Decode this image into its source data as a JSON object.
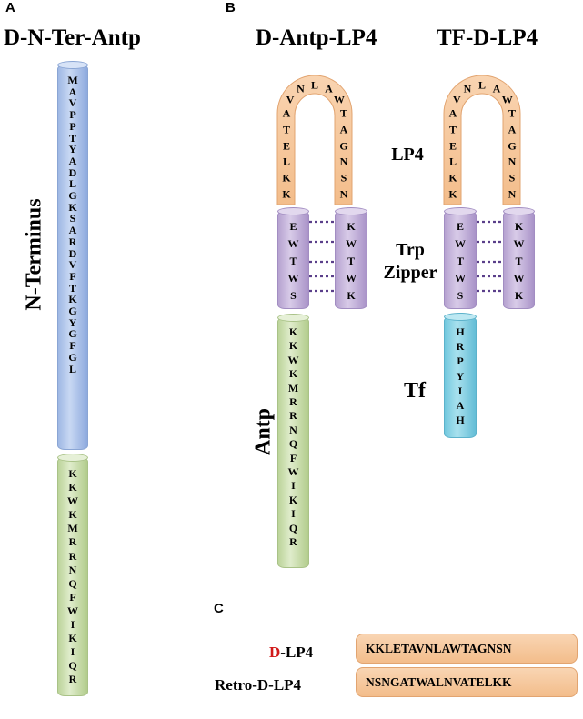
{
  "panels": {
    "A": {
      "letter": "A",
      "title": "D-N-Ter-Antp",
      "region_label": "N-Terminus",
      "n_terminus_seq": [
        "M",
        "A",
        "V",
        "P",
        "P",
        "T",
        "Y",
        "A",
        "D",
        "L",
        "G",
        "K",
        "S",
        "A",
        "R",
        "D",
        "V",
        "F",
        "T",
        "K",
        "G",
        "Y",
        "G",
        "F",
        "G",
        "L"
      ],
      "antp_seq": [
        "K",
        "K",
        "W",
        "K",
        "M",
        "R",
        "R",
        "N",
        "Q",
        "F",
        "W",
        "I",
        "K",
        "I",
        "Q",
        "R"
      ]
    },
    "B": {
      "letter": "B",
      "construct1": {
        "title": "D-Antp-LP4",
        "loop_seq": [
          "K",
          "K",
          "L",
          "E",
          "T",
          "A",
          "V",
          "N",
          "L",
          "A",
          "W",
          "T",
          "A",
          "G",
          "N",
          "S",
          "N"
        ],
        "trp_left": [
          "E",
          "W",
          "T",
          "W",
          "S"
        ],
        "trp_right": [
          "K",
          "W",
          "T",
          "W",
          "K"
        ],
        "antp_label": "Antp",
        "antp_seq": [
          "K",
          "K",
          "W",
          "K",
          "M",
          "R",
          "R",
          "N",
          "Q",
          "F",
          "W",
          "I",
          "K",
          "I",
          "Q",
          "R"
        ]
      },
      "construct2": {
        "title": "TF-D-LP4",
        "loop_seq": [
          "K",
          "K",
          "L",
          "E",
          "T",
          "A",
          "V",
          "N",
          "L",
          "A",
          "W",
          "T",
          "A",
          "G",
          "N",
          "S",
          "N"
        ],
        "trp_left": [
          "E",
          "W",
          "T",
          "W",
          "S"
        ],
        "trp_right": [
          "K",
          "W",
          "T",
          "W",
          "K"
        ],
        "tf_label": "Tf",
        "tf_seq": [
          "H",
          "R",
          "P",
          "Y",
          "I",
          "A",
          "H"
        ]
      },
      "lp4_label": "LP4",
      "trp_label_line1": "Trp",
      "trp_label_line2": "Zipper"
    },
    "C": {
      "letter": "C",
      "row1_prefix": "D",
      "row1_suffix": "-LP4",
      "row1_seq": "KKLETAVNLAWTAGNSN",
      "row2_label": "Retro-D-LP4",
      "row2_seq": "NSNGATWALNVATELKK"
    }
  },
  "colors": {
    "n_terminus": "#9fb8e4",
    "antp": "#bcd49a",
    "lp4": "#f4bf8f",
    "trp_zipper": "#b6a2d0",
    "tf": "#72c8de",
    "d_highlight": "#d11a1a",
    "zipper_dots": "#5a3f8a"
  }
}
